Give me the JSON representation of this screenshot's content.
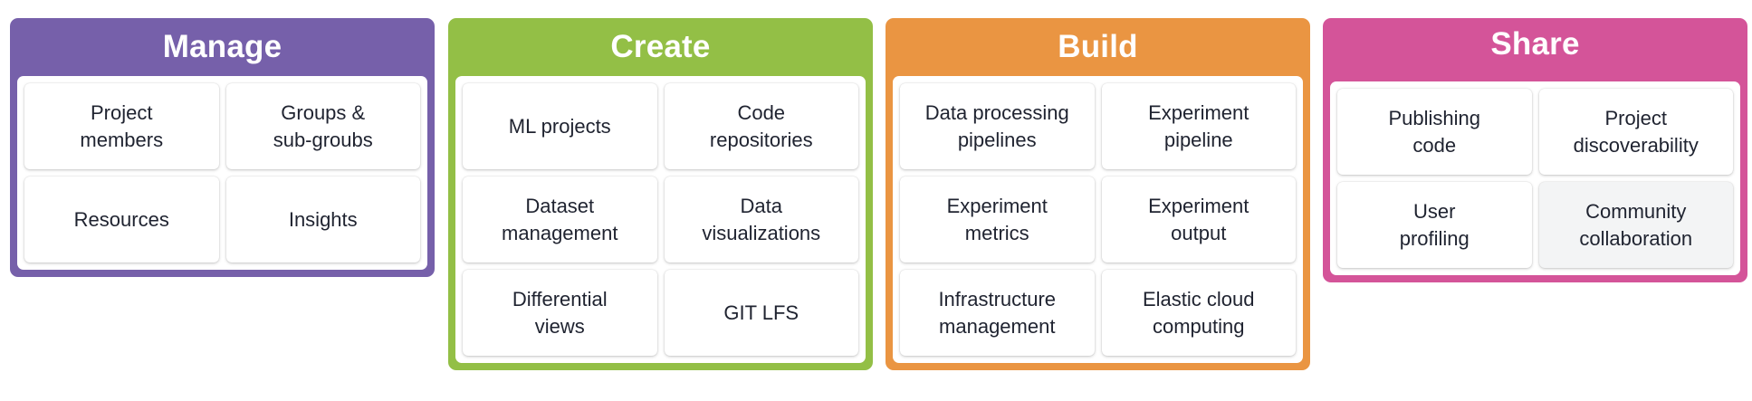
{
  "panels": [
    {
      "title": "Manage",
      "color": "#7660aa",
      "items": [
        "Project\nmembers",
        "Groups &\nsub-groubs",
        "Resources",
        "Insights"
      ]
    },
    {
      "title": "Create",
      "color": "#93bf46",
      "items": [
        "ML projects",
        "Code\nrepositories",
        "Dataset\nmanagement",
        "Data\nvisualizations",
        "Differential\nviews",
        "GIT LFS"
      ]
    },
    {
      "title": "Build",
      "color": "#ea9542",
      "items": [
        "Data processing\npipelines",
        "Experiment\npipeline",
        "Experiment\nmetrics",
        "Experiment\noutput",
        "Infrastructure\nmanagement",
        "Elastic cloud\ncomputing"
      ]
    },
    {
      "title": "Share",
      "color": "#d45499",
      "items": [
        "Publishing\ncode",
        "Project\ndiscoverability",
        "User\nprofiling",
        "Community\ncollaboration"
      ]
    }
  ]
}
